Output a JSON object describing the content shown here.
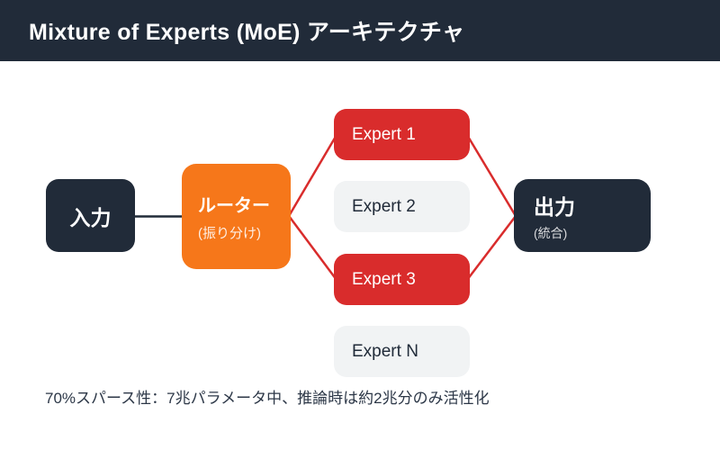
{
  "title": "Mixture of Experts (MoE) アーキテクチャ",
  "nodes": {
    "input": {
      "label": "入力"
    },
    "router": {
      "label": "ルーター",
      "sublabel": "(振り分け)"
    },
    "output": {
      "label": "出力",
      "sublabel": "(統合)"
    }
  },
  "experts": [
    {
      "label": "Expert 1",
      "state": "active"
    },
    {
      "label": "Expert 2",
      "state": "inactive"
    },
    {
      "label": "Expert 3",
      "state": "active"
    },
    {
      "label": "Expert N",
      "state": "inactive"
    }
  ],
  "edges": [
    {
      "from": "input",
      "to": "router",
      "color": "dark"
    },
    {
      "from": "router",
      "to": "expert-1",
      "color": "red"
    },
    {
      "from": "router",
      "to": "expert-3",
      "color": "red"
    },
    {
      "from": "expert-1",
      "to": "output",
      "color": "red"
    },
    {
      "from": "expert-3",
      "to": "output",
      "color": "red"
    }
  ],
  "colors": {
    "header_bg": "#212b39",
    "node_dark": "#212b39",
    "router_orange": "#f6771a",
    "expert_active_red": "#d92c2c",
    "expert_inactive_gray": "#f1f3f4",
    "edge_red": "#d92c2c",
    "background": "#ffffff"
  },
  "footer_note": "70%スパース性：7兆パラメータ中、推論時は約2兆分のみ活性化"
}
